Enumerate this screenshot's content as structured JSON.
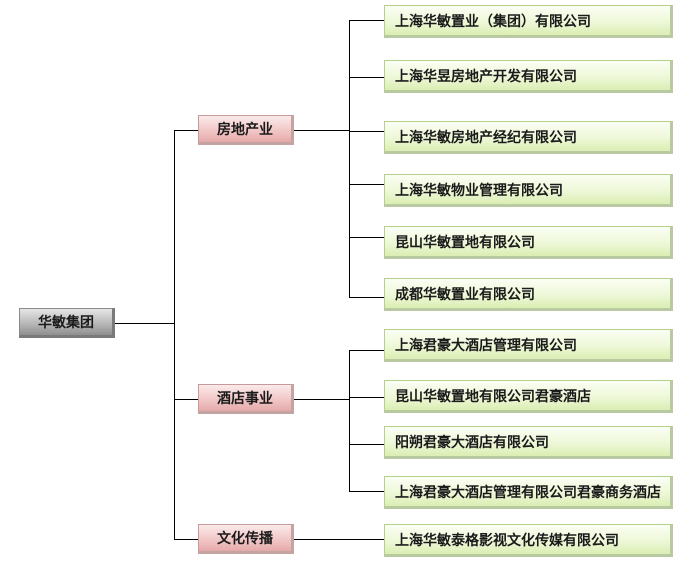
{
  "root": {
    "label": "华敏集团"
  },
  "categories": [
    {
      "label": "房地产业",
      "companies": [
        "上海华敏置业（集团）有限公司",
        "上海华昱房地产开发有限公司",
        "上海华敏房地产经纪有限公司",
        "上海华敏物业管理有限公司",
        "昆山华敏置地有限公司",
        "成都华敏置业有限公司"
      ]
    },
    {
      "label": "酒店事业",
      "companies": [
        "上海君豪大酒店管理有限公司",
        "昆山华敏置地有限公司君豪酒店",
        "阳朔君豪大酒店有限公司",
        "上海君豪大酒店管理有限公司君豪商务酒店"
      ]
    },
    {
      "label": "文化传播",
      "companies": [
        "上海华敏泰格影视文化传媒有限公司"
      ]
    }
  ],
  "colors": {
    "root_fill": "#b8b8b8",
    "category_fill": "#f1c4c4",
    "company_fill": "#eef8d8",
    "connector": "#000000"
  }
}
